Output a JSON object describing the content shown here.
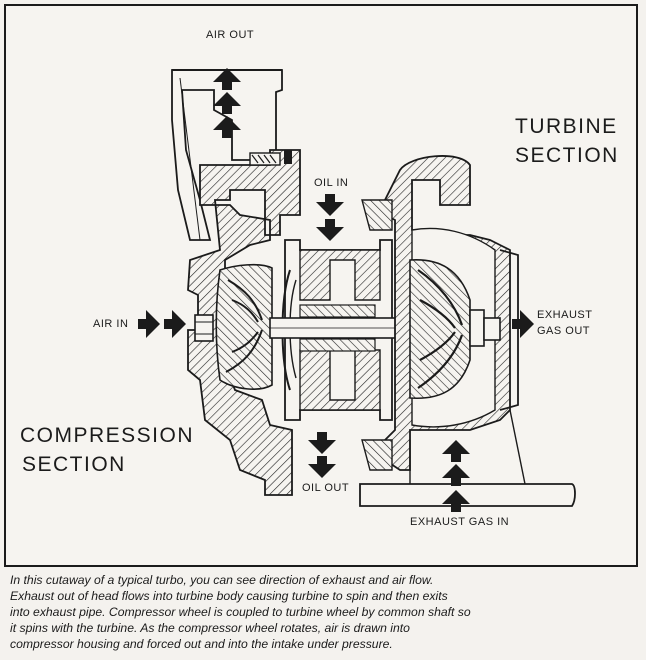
{
  "diagram": {
    "labels": {
      "air_out": "AIR OUT",
      "turbine_section_line1": "TURBINE",
      "turbine_section_line2": "SECTION",
      "oil_in": "OIL IN",
      "air_in": "AIR IN",
      "exhaust_gas_out_line1": "EXHAUST",
      "exhaust_gas_out_line2": "GAS OUT",
      "compression_section_line1": "COMPRESSION",
      "compression_section_line2": "SECTION",
      "oil_out": "OIL OUT",
      "exhaust_gas_in": "EXHAUST GAS IN"
    }
  },
  "caption": {
    "lines": [
      "In this cutaway of a typical turbo, you can see direction of exhaust and air flow.",
      "Exhaust out of head flows into turbine body causing turbine to spin and then exits",
      "into exhaust pipe. Compressor wheel is coupled to turbine wheel by common shaft so",
      "it spins with the turbine. As the compressor wheel rotates, air is drawn into",
      "compressor housing and forced out and into the intake under pressure."
    ]
  }
}
